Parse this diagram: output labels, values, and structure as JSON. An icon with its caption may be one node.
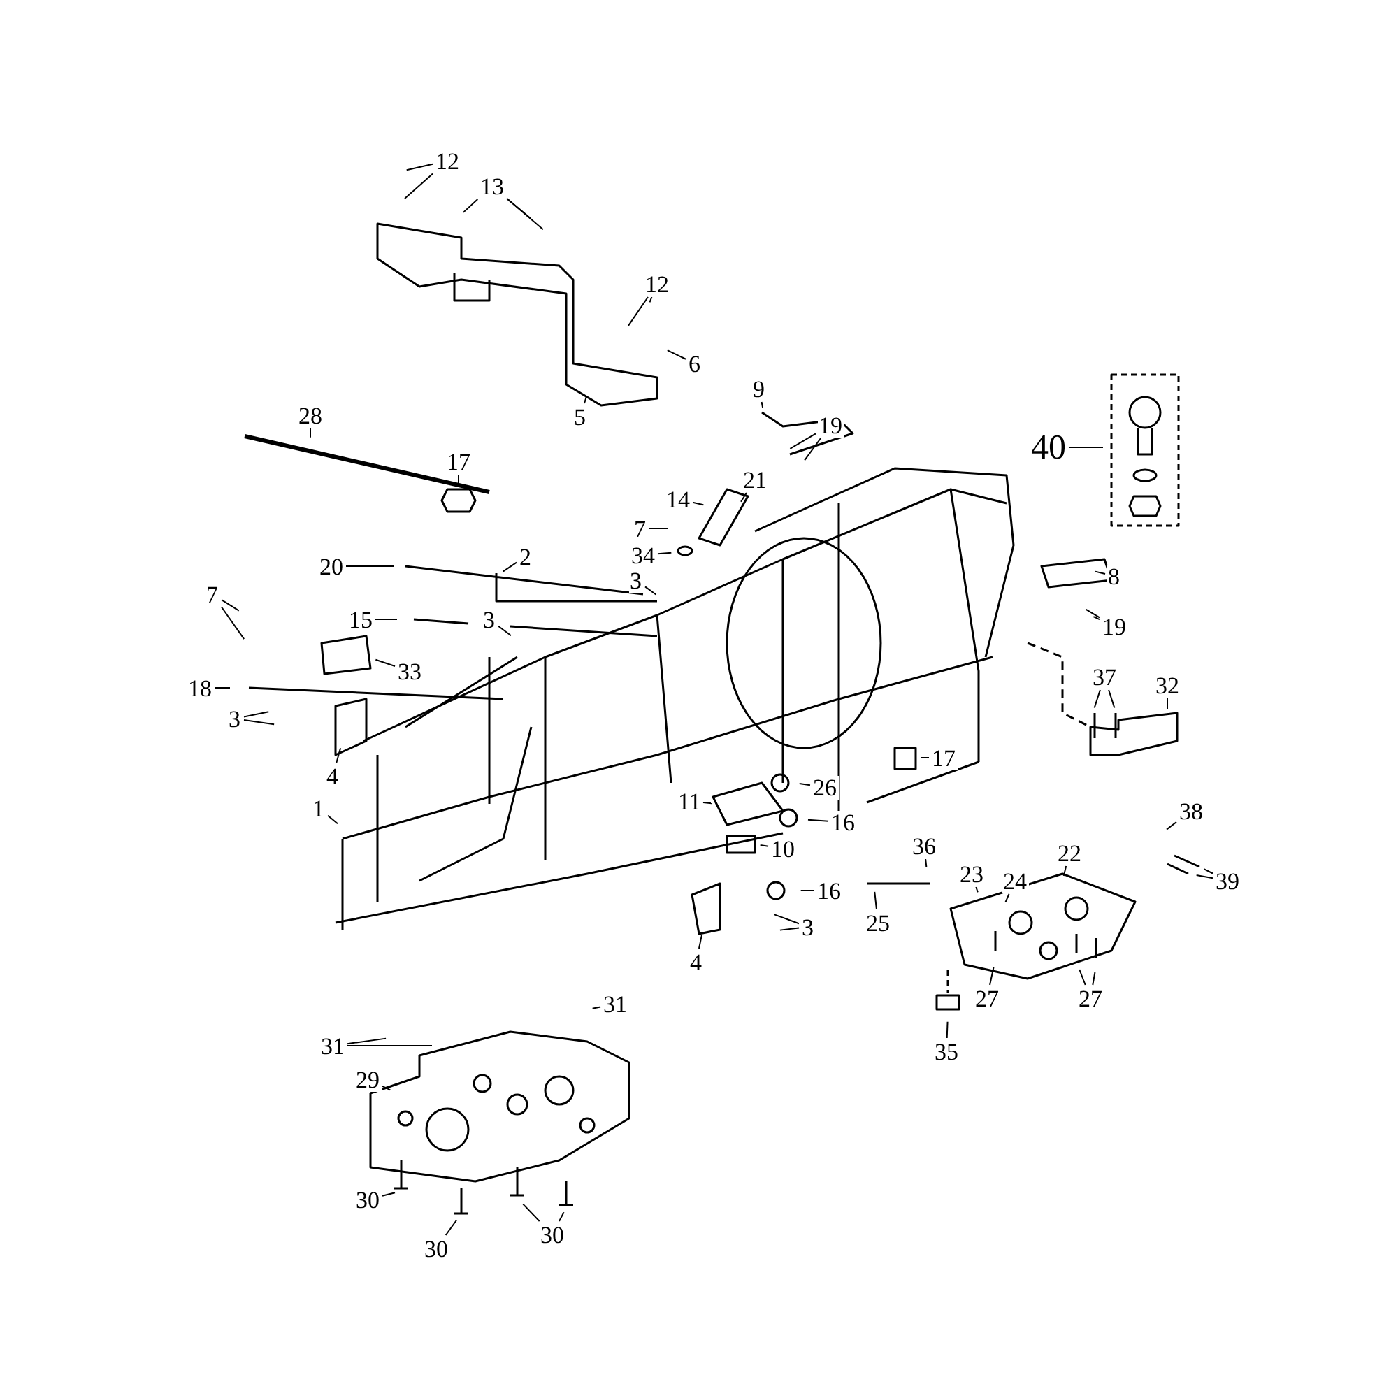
{
  "diagram": {
    "nodes": [
      {
        "text": [
          "12"
        ]
      },
      {
        "text": [
          "13"
        ]
      },
      {
        "text": [
          "12"
        ]
      },
      {
        "text": [
          "6"
        ]
      },
      {
        "text": [
          "5"
        ]
      },
      {
        "text": [
          "28"
        ]
      },
      {
        "text": [
          "9"
        ]
      },
      {
        "text": [
          "19"
        ]
      },
      {
        "text": [
          "40"
        ]
      },
      {
        "text": [
          "17"
        ]
      },
      {
        "text": [
          "14"
        ]
      },
      {
        "text": [
          "21"
        ]
      },
      {
        "text": [
          "7"
        ]
      },
      {
        "text": [
          "34"
        ]
      },
      {
        "text": [
          "20"
        ]
      },
      {
        "text": [
          "2"
        ]
      },
      {
        "text": [
          "3"
        ]
      },
      {
        "text": [
          "8"
        ]
      },
      {
        "text": [
          "19"
        ]
      },
      {
        "text": [
          "7"
        ]
      },
      {
        "text": [
          "15"
        ]
      },
      {
        "text": [
          "3"
        ]
      },
      {
        "text": [
          "33"
        ]
      },
      {
        "text": [
          "18"
        ]
      },
      {
        "text": [
          "3"
        ]
      },
      {
        "text": [
          "32"
        ]
      },
      {
        "text": [
          "37"
        ]
      },
      {
        "text": [
          "4"
        ]
      },
      {
        "text": [
          "17"
        ]
      },
      {
        "text": [
          "26"
        ]
      },
      {
        "text": [
          "11"
        ]
      },
      {
        "text": [
          "1"
        ]
      },
      {
        "text": [
          "16"
        ]
      },
      {
        "text": [
          "38"
        ]
      },
      {
        "text": [
          "10"
        ]
      },
      {
        "text": [
          "36"
        ]
      },
      {
        "text": [
          "23"
        ]
      },
      {
        "text": [
          "24"
        ]
      },
      {
        "text": [
          "22"
        ]
      },
      {
        "text": [
          "39"
        ]
      },
      {
        "text": [
          "16"
        ]
      },
      {
        "text": [
          "3"
        ]
      },
      {
        "text": [
          "25"
        ]
      },
      {
        "text": [
          "4"
        ]
      },
      {
        "text": [
          "27"
        ]
      },
      {
        "text": [
          "27"
        ]
      },
      {
        "text": [
          "31"
        ]
      },
      {
        "text": [
          "35"
        ]
      },
      {
        "text": [
          "31"
        ]
      },
      {
        "text": [
          "29"
        ]
      },
      {
        "text": [
          "30"
        ]
      },
      {
        "text": [
          "30"
        ]
      },
      {
        "text": [
          "30"
        ]
      }
    ],
    "edges": [
      {
        "from": 0,
        "to": null,
        "arrow": "none"
      },
      {
        "from": 0,
        "to": null,
        "arrow": "none"
      },
      {
        "from": 1,
        "to": null,
        "arrow": "none"
      },
      {
        "from": 1,
        "to": null,
        "arrow": "none"
      },
      {
        "from": 1,
        "to": null,
        "arrow": "none"
      },
      {
        "from": 2,
        "to": null,
        "arrow": "none"
      },
      {
        "from": 2,
        "to": null,
        "arrow": "none"
      },
      {
        "from": 3,
        "to": null,
        "arrow": "none"
      },
      {
        "from": 4,
        "to": null,
        "arrow": "none"
      },
      {
        "from": 5,
        "to": null,
        "arrow": "none"
      },
      {
        "from": 6,
        "to": null,
        "arrow": "none"
      },
      {
        "from": 7,
        "to": null,
        "arrow": "none"
      },
      {
        "from": 7,
        "to": null,
        "arrow": "none"
      },
      {
        "from": 8,
        "to": null,
        "arrow": "none"
      },
      {
        "from": 9,
        "to": null,
        "arrow": "none"
      },
      {
        "from": 10,
        "to": null,
        "arrow": "none"
      },
      {
        "from": 11,
        "to": null,
        "arrow": "none"
      },
      {
        "from": 12,
        "to": null,
        "arrow": "none"
      },
      {
        "from": 13,
        "to": null,
        "arrow": "none"
      },
      {
        "from": 14,
        "to": null,
        "arrow": "none"
      },
      {
        "from": 15,
        "to": null,
        "arrow": "none"
      },
      {
        "from": 16,
        "to": null,
        "arrow": "none"
      },
      {
        "from": 17,
        "to": null,
        "arrow": "none"
      },
      {
        "from": 18,
        "to": null,
        "arrow": "none"
      },
      {
        "from": 18,
        "to": null,
        "arrow": "none"
      },
      {
        "from": 19,
        "to": null,
        "arrow": "none"
      },
      {
        "from": 19,
        "to": null,
        "arrow": "none"
      },
      {
        "from": 20,
        "to": null,
        "arrow": "none"
      },
      {
        "from": 21,
        "to": null,
        "arrow": "none"
      },
      {
        "from": 22,
        "to": null,
        "arrow": "none"
      },
      {
        "from": 23,
        "to": null,
        "arrow": "none"
      },
      {
        "from": 24,
        "to": null,
        "arrow": "none"
      },
      {
        "from": 24,
        "to": null,
        "arrow": "none"
      },
      {
        "from": 25,
        "to": null,
        "arrow": "none"
      },
      {
        "from": 26,
        "to": null,
        "arrow": "none"
      },
      {
        "from": 26,
        "to": null,
        "arrow": "none"
      },
      {
        "from": 27,
        "to": null,
        "arrow": "none"
      },
      {
        "from": 28,
        "to": null,
        "arrow": "none"
      },
      {
        "from": 29,
        "to": null,
        "arrow": "none"
      },
      {
        "from": 30,
        "to": null,
        "arrow": "none"
      },
      {
        "from": 31,
        "to": null,
        "arrow": "none"
      },
      {
        "from": 32,
        "to": null,
        "arrow": "none"
      },
      {
        "from": 33,
        "to": null,
        "arrow": "none"
      },
      {
        "from": 34,
        "to": null,
        "arrow": "none"
      },
      {
        "from": 35,
        "to": null,
        "arrow": "none"
      },
      {
        "from": 36,
        "to": null,
        "arrow": "none"
      },
      {
        "from": 37,
        "to": null,
        "arrow": "none"
      },
      {
        "from": 38,
        "to": null,
        "arrow": "none"
      },
      {
        "from": 39,
        "to": null,
        "arrow": "none"
      },
      {
        "from": 39,
        "to": null,
        "arrow": "none"
      },
      {
        "from": 40,
        "to": null,
        "arrow": "none"
      },
      {
        "from": 41,
        "to": null,
        "arrow": "none"
      },
      {
        "from": 41,
        "to": null,
        "arrow": "none"
      },
      {
        "from": 42,
        "to": null,
        "arrow": "none"
      },
      {
        "from": 43,
        "to": null,
        "arrow": "none"
      },
      {
        "from": 44,
        "to": null,
        "arrow": "none"
      },
      {
        "from": 45,
        "to": null,
        "arrow": "none"
      },
      {
        "from": 45,
        "to": null,
        "arrow": "none"
      },
      {
        "from": 46,
        "to": null,
        "arrow": "none"
      },
      {
        "from": 47,
        "to": null,
        "arrow": "none"
      },
      {
        "from": 48,
        "to": null,
        "arrow": "none"
      },
      {
        "from": 48,
        "to": null,
        "arrow": "none"
      },
      {
        "from": 49,
        "to": null,
        "arrow": "none"
      },
      {
        "from": 50,
        "to": null,
        "arrow": "none"
      },
      {
        "from": 51,
        "to": null,
        "arrow": "none"
      },
      {
        "from": 52,
        "to": null,
        "arrow": "none"
      },
      {
        "from": 52,
        "to": null,
        "arrow": "none"
      }
    ]
  }
}
